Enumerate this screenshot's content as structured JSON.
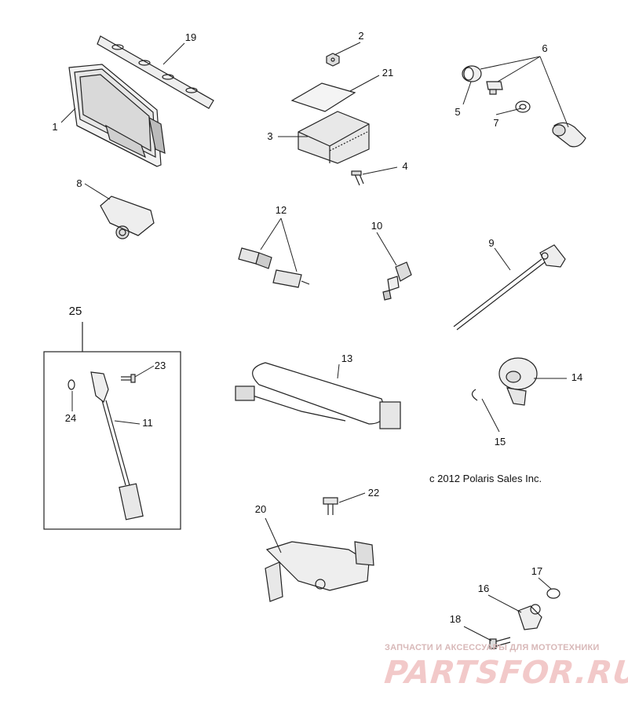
{
  "callouts": {
    "n1": "1",
    "n2": "2",
    "n3": "3",
    "n4": "4",
    "n5": "5",
    "n6": "6",
    "n7": "7",
    "n8": "8",
    "n9": "9",
    "n10": "10",
    "n11": "11",
    "n12": "12",
    "n13": "13",
    "n14": "14",
    "n15": "15",
    "n16": "16",
    "n17": "17",
    "n18": "18",
    "n19": "19",
    "n20": "20",
    "n21": "21",
    "n22": "22",
    "n23": "23",
    "n24": "24",
    "n25": "25"
  },
  "copyright": "c 2012 Polaris Sales Inc.",
  "watermark": {
    "subtitle": "ЗАПЧАСТИ И АКСЕССУАРЫ ДЛЯ МОТОТЕХНИКИ",
    "logo": "PARTSFOR.RU"
  },
  "colors": {
    "line": "#222222",
    "part_fill": "#eeeeee",
    "watermark": "#e8a0a0"
  }
}
